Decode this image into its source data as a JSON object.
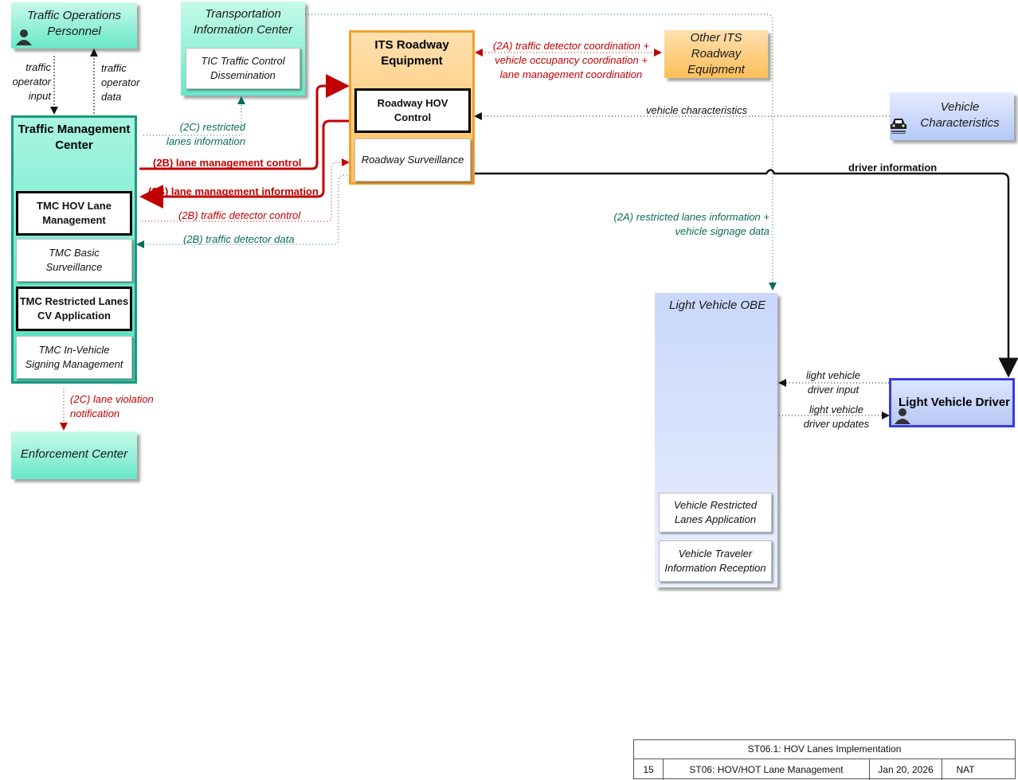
{
  "nodes": {
    "traffic_ops": "Traffic Operations Personnel",
    "tic": "Transportation Information Center",
    "tic_sub": "TIC Traffic Control Dissemination",
    "its_roadway": "ITS Roadway Equipment",
    "roadway_hov": "Roadway HOV Control",
    "roadway_surv": "Roadway Surveillance",
    "other_its": "Other ITS Roadway Equipment",
    "vehicle_char": "Vehicle Characteristics",
    "tmc": "Traffic Management Center",
    "tmc_hov": "TMC HOV Lane Management",
    "tmc_basic": "TMC Basic Surveillance",
    "tmc_restricted": "TMC Restricted Lanes CV Application",
    "tmc_invehicle": "TMC In-Vehicle Signing Management",
    "enforcement": "Enforcement Center",
    "lv_obe": "Light Vehicle OBE",
    "lv_restricted": "Vehicle Restricted Lanes Application",
    "lv_traveler": "Vehicle Traveler Information Reception",
    "lv_driver": "Light Vehicle Driver"
  },
  "flows": {
    "op_input": "traffic operator input",
    "op_data": "traffic operator data",
    "restricted_2c": "(2C) restricted lanes information",
    "lane_mgmt_control": "(2B) lane management control",
    "lane_mgmt_info": "(2B) lane management information",
    "det_control": "(2B) traffic detector control",
    "det_data": "(2B) traffic detector data",
    "coord_2a": "(2A) traffic detector coordination + vehicle occupancy coordination + lane management coordination",
    "vehicle_char": "vehicle characteristics",
    "driver_info": "driver information",
    "restricted_2a": "(2A) restricted lanes information + vehicle signage data",
    "lv_input": "light vehicle driver input",
    "lv_updates": "light vehicle driver updates",
    "violation": "(2C) lane violation notification"
  },
  "footer": {
    "title": "ST06.1: HOV Lanes Implementation",
    "page": "15",
    "section": "ST06: HOV/HOT Lane Management",
    "date": "Jan 20, 2026",
    "org": "NAT"
  },
  "colors": {
    "teal": "#4fe0c0",
    "orange": "#ffbf5a",
    "blue": "#b4c8f8",
    "red_flow": "#c00000",
    "green_flow": "#0b6b5a",
    "driver_border": "#3a3ae0"
  }
}
